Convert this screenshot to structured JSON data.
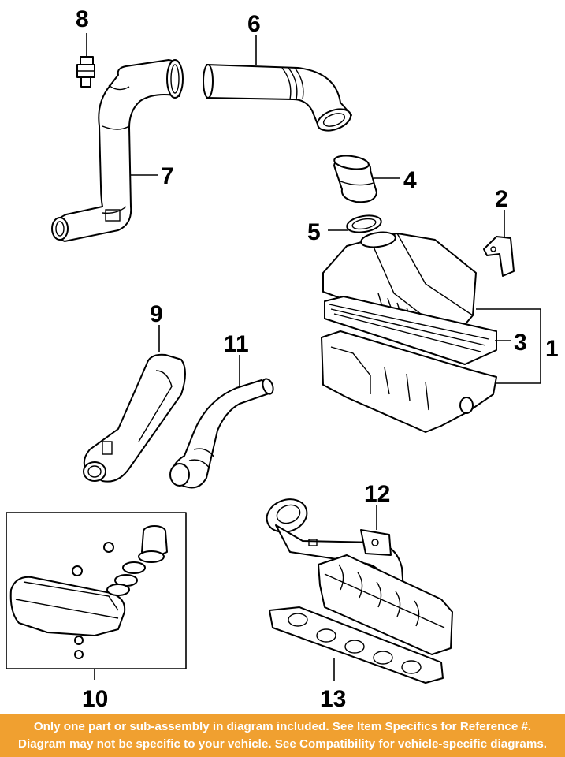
{
  "callouts": {
    "c1": "1",
    "c2": "2",
    "c3": "3",
    "c4": "4",
    "c5": "5",
    "c6": "6",
    "c7": "7",
    "c8": "8",
    "c9": "9",
    "c10": "10",
    "c11": "11",
    "c12": "12",
    "c13": "13"
  },
  "footer": {
    "line1": "Only one part or sub-assembly in diagram included. See Item Specifics for Reference #.",
    "line2": "Diagram may not be specific to your vehicle. See Compatibility for vehicle-specific diagrams."
  },
  "colors": {
    "footer_bg": "#f0a030",
    "footer_text": "#ffffff",
    "line_art": "#000000"
  }
}
